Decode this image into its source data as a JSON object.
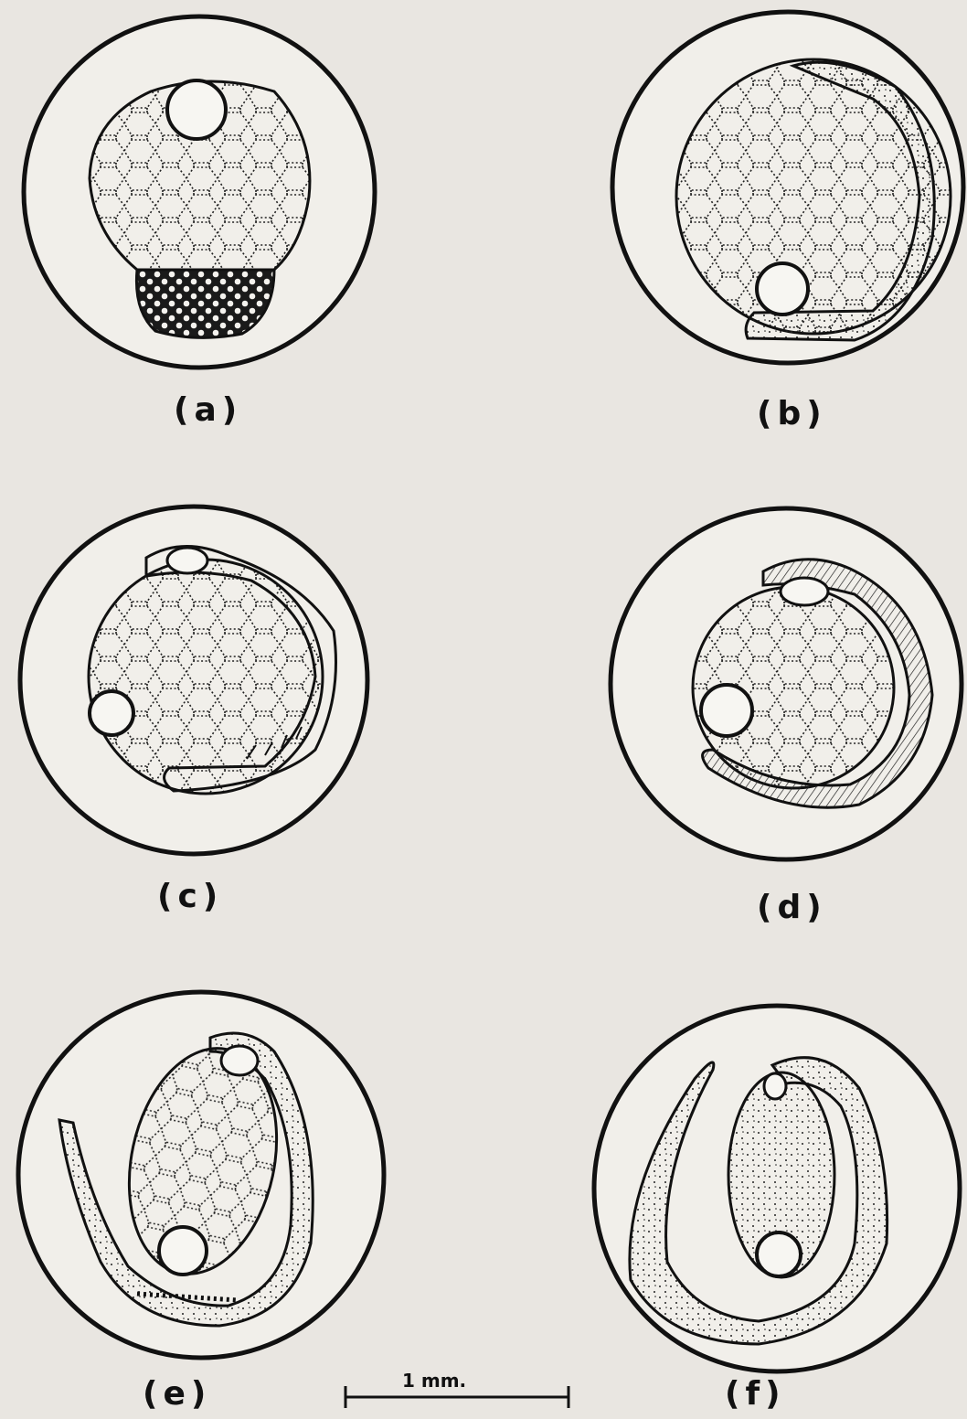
{
  "figure": {
    "panels": [
      {
        "id": "a",
        "label": "(a)"
      },
      {
        "id": "b",
        "label": "(b)"
      },
      {
        "id": "c",
        "label": "(c)"
      },
      {
        "id": "d",
        "label": "(d)"
      },
      {
        "id": "e",
        "label": "(e)"
      },
      {
        "id": "f",
        "label": "(f)"
      }
    ],
    "scale_bar": {
      "label": "1 mm."
    }
  }
}
